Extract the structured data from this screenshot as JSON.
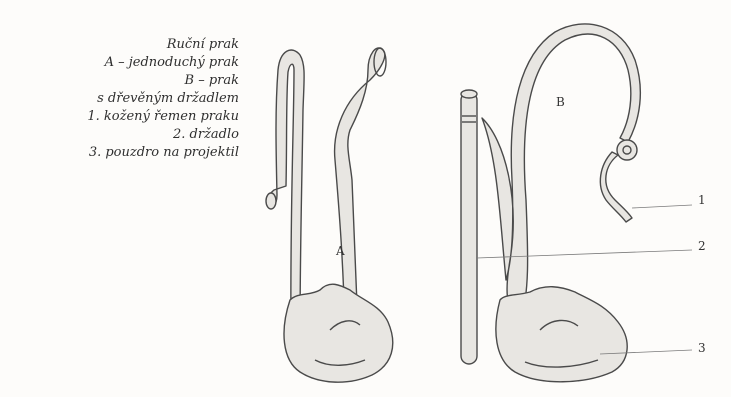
{
  "caption": {
    "lines": [
      "Ruční prak",
      "A – jednoduchý prak",
      "B – prak",
      "s dřevěným držadlem",
      "1. kožený řemen praku",
      "2. držadlo",
      "3. pouzdro na projektil"
    ]
  },
  "figure": {
    "label_a": "A",
    "label_b": "B",
    "callouts": [
      "1",
      "2",
      "3"
    ]
  },
  "colors": {
    "ink": "#4a4a4a",
    "leather": "#e8e6e2",
    "background": "#fdfcfa"
  }
}
